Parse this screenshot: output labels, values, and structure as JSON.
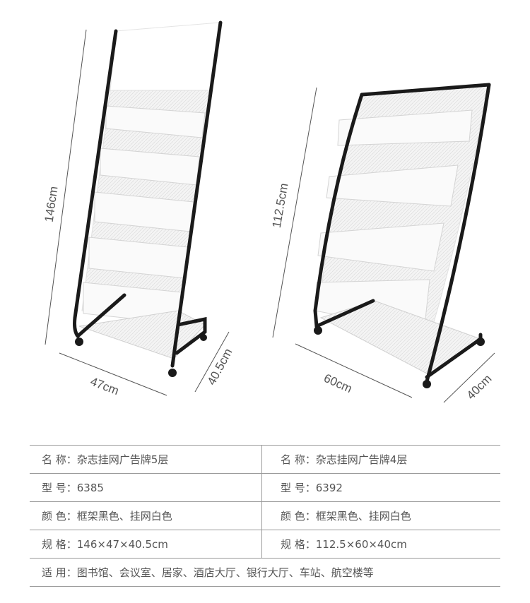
{
  "dimensions": {
    "left_height": "146cm",
    "left_width": "47cm",
    "left_depth": "40.5cm",
    "right_height": "112.5cm",
    "right_width": "60cm",
    "right_depth": "40cm"
  },
  "colors": {
    "frame": "#1a1a1a",
    "mesh": "#f2f2f2",
    "text": "#555555",
    "rule": "#9a9a9a"
  },
  "specs": {
    "left": {
      "name": "名 称：杂志挂网广告牌5层",
      "model": "型 号：6385",
      "color": "颜 色：框架黑色、挂网白色",
      "size": "规 格：146×47×40.5cm"
    },
    "right": {
      "name": "名 称：杂志挂网广告牌4层",
      "model": "型 号：6392",
      "color": "颜 色：框架黑色、挂网白色",
      "size": "规 格：112.5×60×40cm"
    },
    "usage": "适 用：图书馆、会议室、居家、酒店大厅、银行大厅、车站、航空楼等"
  }
}
